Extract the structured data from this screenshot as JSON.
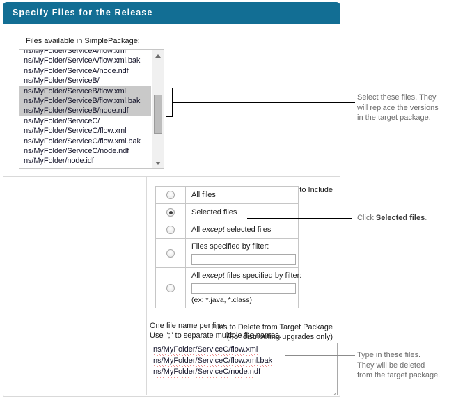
{
  "panel": {
    "title": "Specify Files for the Release"
  },
  "files_section": {
    "listbox_label": "Files available in SimplePackage:",
    "rows": [
      {
        "text": "ns/MyFolder/ServiceA/flow.xml",
        "selected": false,
        "clipped": true
      },
      {
        "text": "ns/MyFolder/ServiceA/flow.xml.bak",
        "selected": false
      },
      {
        "text": "ns/MyFolder/ServiceA/node.ndf",
        "selected": false
      },
      {
        "text": "ns/MyFolder/ServiceB/",
        "selected": false
      },
      {
        "text": "ns/MyFolder/ServiceB/flow.xml",
        "selected": true
      },
      {
        "text": "ns/MyFolder/ServiceB/flow.xml.bak",
        "selected": true
      },
      {
        "text": "ns/MyFolder/ServiceB/node.ndf",
        "selected": true
      },
      {
        "text": "ns/MyFolder/ServiceC/",
        "selected": false
      },
      {
        "text": "ns/MyFolder/ServiceC/flow.xml",
        "selected": false
      },
      {
        "text": "ns/MyFolder/ServiceC/flow.xml.bak",
        "selected": false
      },
      {
        "text": "ns/MyFolder/ServiceC/node.ndf",
        "selected": false
      },
      {
        "text": "ns/MyFolder/node.idf",
        "selected": false
      },
      {
        "text": "pub/",
        "selected": false,
        "clipped": true
      }
    ],
    "scrollbar": {
      "up_icon": "triangle-up-icon",
      "down_icon": "triangle-down-icon"
    }
  },
  "include_section": {
    "label": "Files to Include",
    "options": [
      {
        "label": "All files",
        "checked": false,
        "has_input": false
      },
      {
        "label": "Selected files",
        "checked": true,
        "has_input": false
      },
      {
        "label_pre": "All ",
        "label_em": "except",
        "label_post": " selected files",
        "checked": false,
        "has_input": false
      },
      {
        "label": "Files specified by filter:",
        "checked": false,
        "has_input": true,
        "input_value": ""
      },
      {
        "label_pre": "All ",
        "label_em": "except",
        "label_post": " files specified by filter:",
        "checked": false,
        "has_input": true,
        "input_value": "",
        "hint": "(ex: *.java, *.class)"
      }
    ]
  },
  "delete_section": {
    "label_line1": "Files to Delete from Target Package",
    "label_line2": "(For distributing upgrades only)",
    "help_line1": "One file name per line.",
    "help_line2": "Use \";\" to separate multiple file names.",
    "textarea_lines": [
      "ns/MyFolder/ServiceC/flow.xml",
      "ns/MyFolder/ServiceC/flow.xml.bak",
      "ns/MyFolder/ServiceC/node.ndf"
    ]
  },
  "callouts": {
    "select_files": {
      "line1": "Select these files. They",
      "line2": "will replace the versions",
      "line3": "in the target package."
    },
    "click_selected": {
      "pre": "Click ",
      "bold": "Selected files",
      "post": "."
    },
    "type_files": {
      "line1": "Type in these files.",
      "line2": "They will be deleted",
      "line3": "from the target package."
    }
  },
  "colors": {
    "header_bg": "#126e94",
    "selection_bg": "#c9c9c9",
    "note_text": "#6d6d6d",
    "border": "#c6c6c6"
  }
}
